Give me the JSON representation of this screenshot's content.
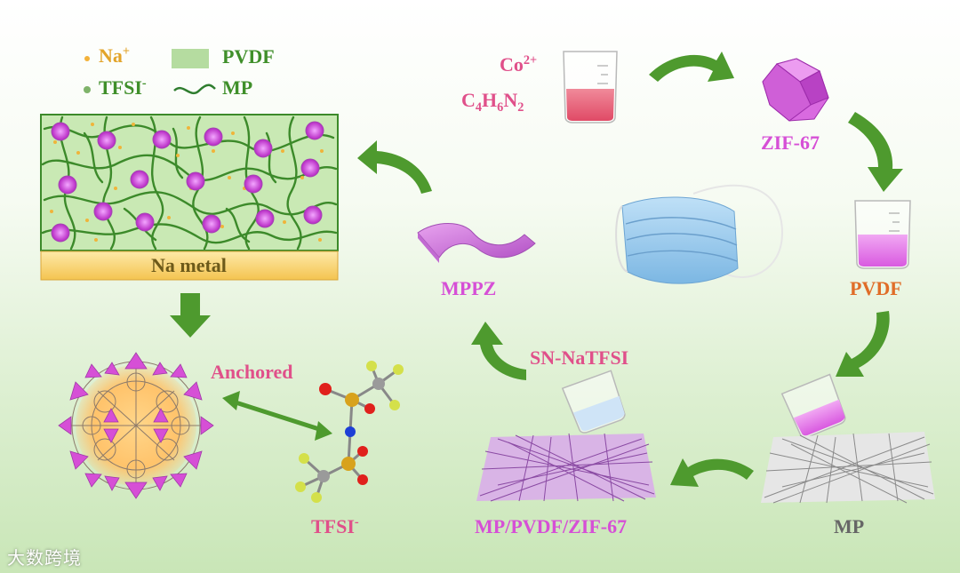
{
  "legend": {
    "na_plus": "Na",
    "na_plus_charge": "+",
    "pvdf": "PVDF",
    "tfsi": "TFSI",
    "tfsi_charge": "-",
    "mp": "MP"
  },
  "na_metal_label": "Na metal",
  "synthesis": {
    "co_label": "Co",
    "co_charge": "2+",
    "c_label": "C",
    "c_sub": "4",
    "h_label": "H",
    "h_sub": "6",
    "n_label": "N",
    "n_sub": "2"
  },
  "labels": {
    "zif67": "ZIF-67",
    "pvdf": "PVDF",
    "mp": "MP",
    "composite": "MP/PVDF/ZIF-67",
    "sn_natfsi": "SN-NaTFSI",
    "mppz": "MPPZ",
    "anchored": "Anchored",
    "tfsi_mol": "TFSI",
    "tfsi_mol_charge": "-"
  },
  "watermark": "大数跨境",
  "colors": {
    "arrow_green": "#4e9a2e",
    "zif_magenta": "#d64fd6",
    "beaker_red": "#e8566e",
    "beaker_pink": "#e27de6",
    "na_gold": "#f5c54a",
    "polymer_green": "#3c8a2a"
  }
}
